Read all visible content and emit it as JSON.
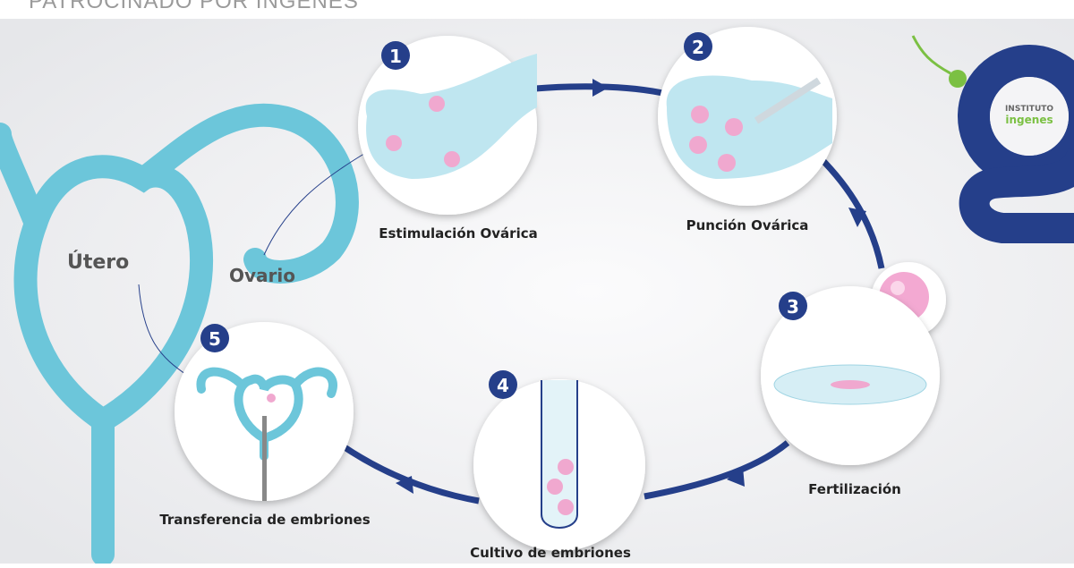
{
  "banner": {
    "text": "PATROCINADO POR INGENES"
  },
  "labels": {
    "utero": "Útero",
    "ovario": "Ovario"
  },
  "steps": [
    {
      "number": "1",
      "label": "Estimulación Ovárica"
    },
    {
      "number": "2",
      "label": "Punción Ovárica"
    },
    {
      "number": "3",
      "label": "Fertilización"
    },
    {
      "number": "4",
      "label": "Cultivo de embriones"
    },
    {
      "number": "5",
      "label": "Transferencia de embriones"
    }
  ],
  "logo": {
    "line1": "INSTITUTO",
    "line2": "ingenes"
  },
  "colors": {
    "navy": "#253f8a",
    "light_blue": "#6cc6da",
    "pale_blue": "#bfe6f0",
    "pink": "#f0a8cf",
    "green": "#7bc043"
  }
}
